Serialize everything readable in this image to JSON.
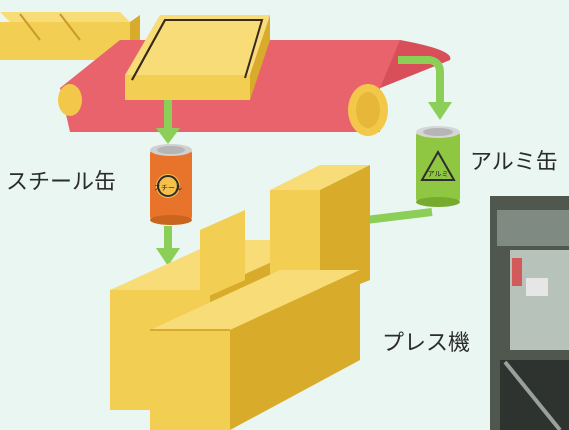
{
  "labels": {
    "steel_can": "スチール缶",
    "aluminum_can": "アルミ缶",
    "press_machine": "プレス機"
  },
  "can_marks": {
    "steel": "スチール",
    "aluminum": "アルミ"
  },
  "colors": {
    "background": "#e9f6f1",
    "conveyor_belt": "#e8636b",
    "conveyor_roller": "#f3c74a",
    "box_yellow": "#f2cf52",
    "box_shade": "#d9ab2a",
    "arrow_green": "#8ccf58",
    "steel_can": "#e8742b",
    "aluminum_can": "#8fc742"
  }
}
